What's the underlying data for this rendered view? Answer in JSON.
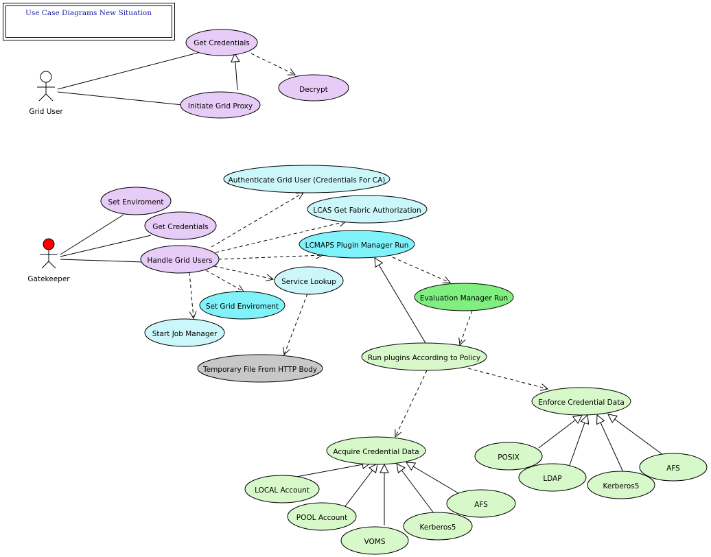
{
  "title": "Use Case Diagrams New Situation",
  "colors": {
    "lilac": "#e6ccf7",
    "light_cyan": "#ccf7fa",
    "cyan": "#7ff2fa",
    "green": "#7ff07f",
    "light_green": "#d7f8c8",
    "grey": "#c8c8c8",
    "red": "#ff0000"
  },
  "actors": {
    "grid_user": "Grid User",
    "gatekeeper": "Gatekeeper"
  },
  "usecases": {
    "get_credentials_1": "Get Credentials",
    "decrypt": "Decrypt",
    "initiate_grid_proxy": "Initiate Grid Proxy",
    "authenticate": "Authenticate Grid User (Credentials For CA)",
    "set_enviroment": "Set Enviroment",
    "lcas": "LCAS Get Fabric Authorization",
    "get_credentials_2": "Get Credentials",
    "lcmaps": "LCMAPS Plugin Manager Run",
    "handle_grid_users": "Handle Grid Users",
    "service_lookup": "Service Lookup",
    "evaluation_manager": "Evaluation Manager Run",
    "set_grid_enviroment": "Set Grid Enviroment",
    "start_job_manager": "Start Job Manager",
    "run_plugins": "Run plugins According to Policy",
    "temporary_file": "Temporary File From HTTP Body",
    "enforce_credential": "Enforce Credential Data",
    "acquire_credential": "Acquire Credential Data",
    "posix": "POSIX",
    "ldap": "LDAP",
    "kerberos_right": "Kerberos5",
    "afs_right": "AFS",
    "local_account": "LOCAL Account",
    "pool_account": "POOL Account",
    "voms": "VOMS",
    "kerberos_left": "Kerberos5",
    "afs_left": "AFS"
  }
}
